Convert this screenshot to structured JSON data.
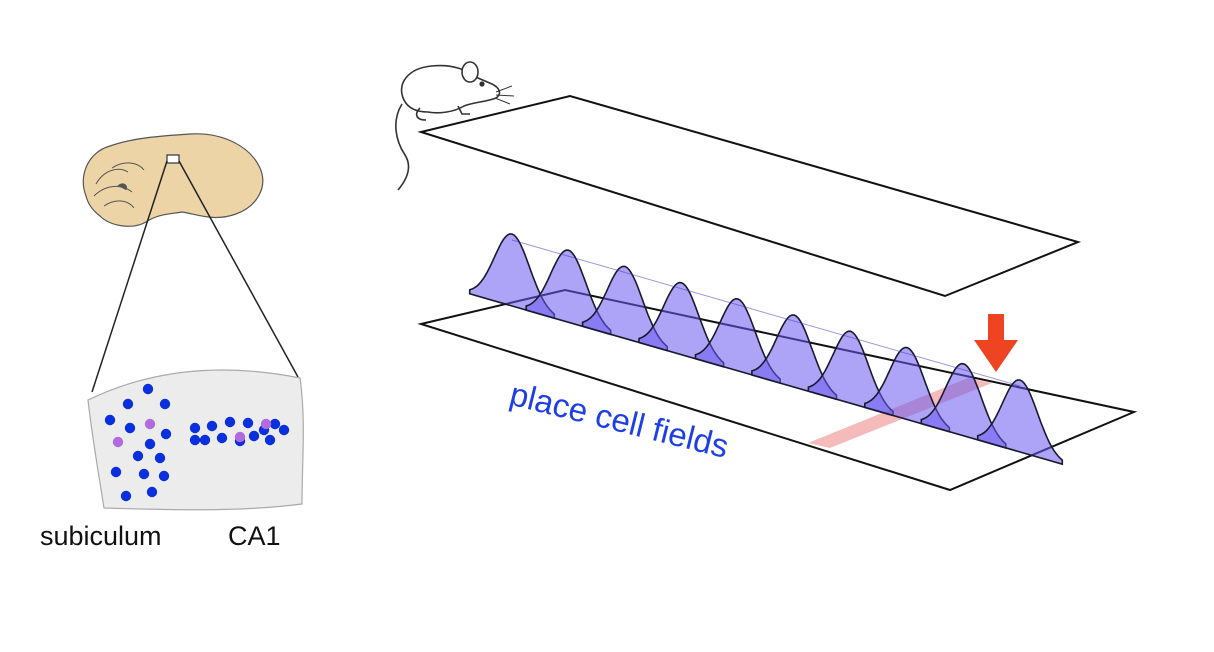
{
  "labels": {
    "subiculum": "subiculum",
    "ca1": "CA1",
    "place_cell_fields": "place cell fields"
  },
  "icons": {
    "mouse": "mouse-icon",
    "brain": "brain-icon",
    "arrow": "down-arrow-icon"
  },
  "colors": {
    "brain_fill": "#ecd4a6",
    "tissue_fill": "#ececec",
    "neuron_blue": "#0a2fdc",
    "neuron_purple": "#b16be0",
    "field_fill": "#6a5af0",
    "field_text": "#1f3fe6",
    "arrow": "#ee4422",
    "position_band": "#f2a3a3"
  },
  "neurons": {
    "subiculum_blue": 14,
    "subiculum_purple": 2,
    "ca1_blue": 13,
    "ca1_purple": 2
  },
  "place_fields": {
    "count": 10
  }
}
